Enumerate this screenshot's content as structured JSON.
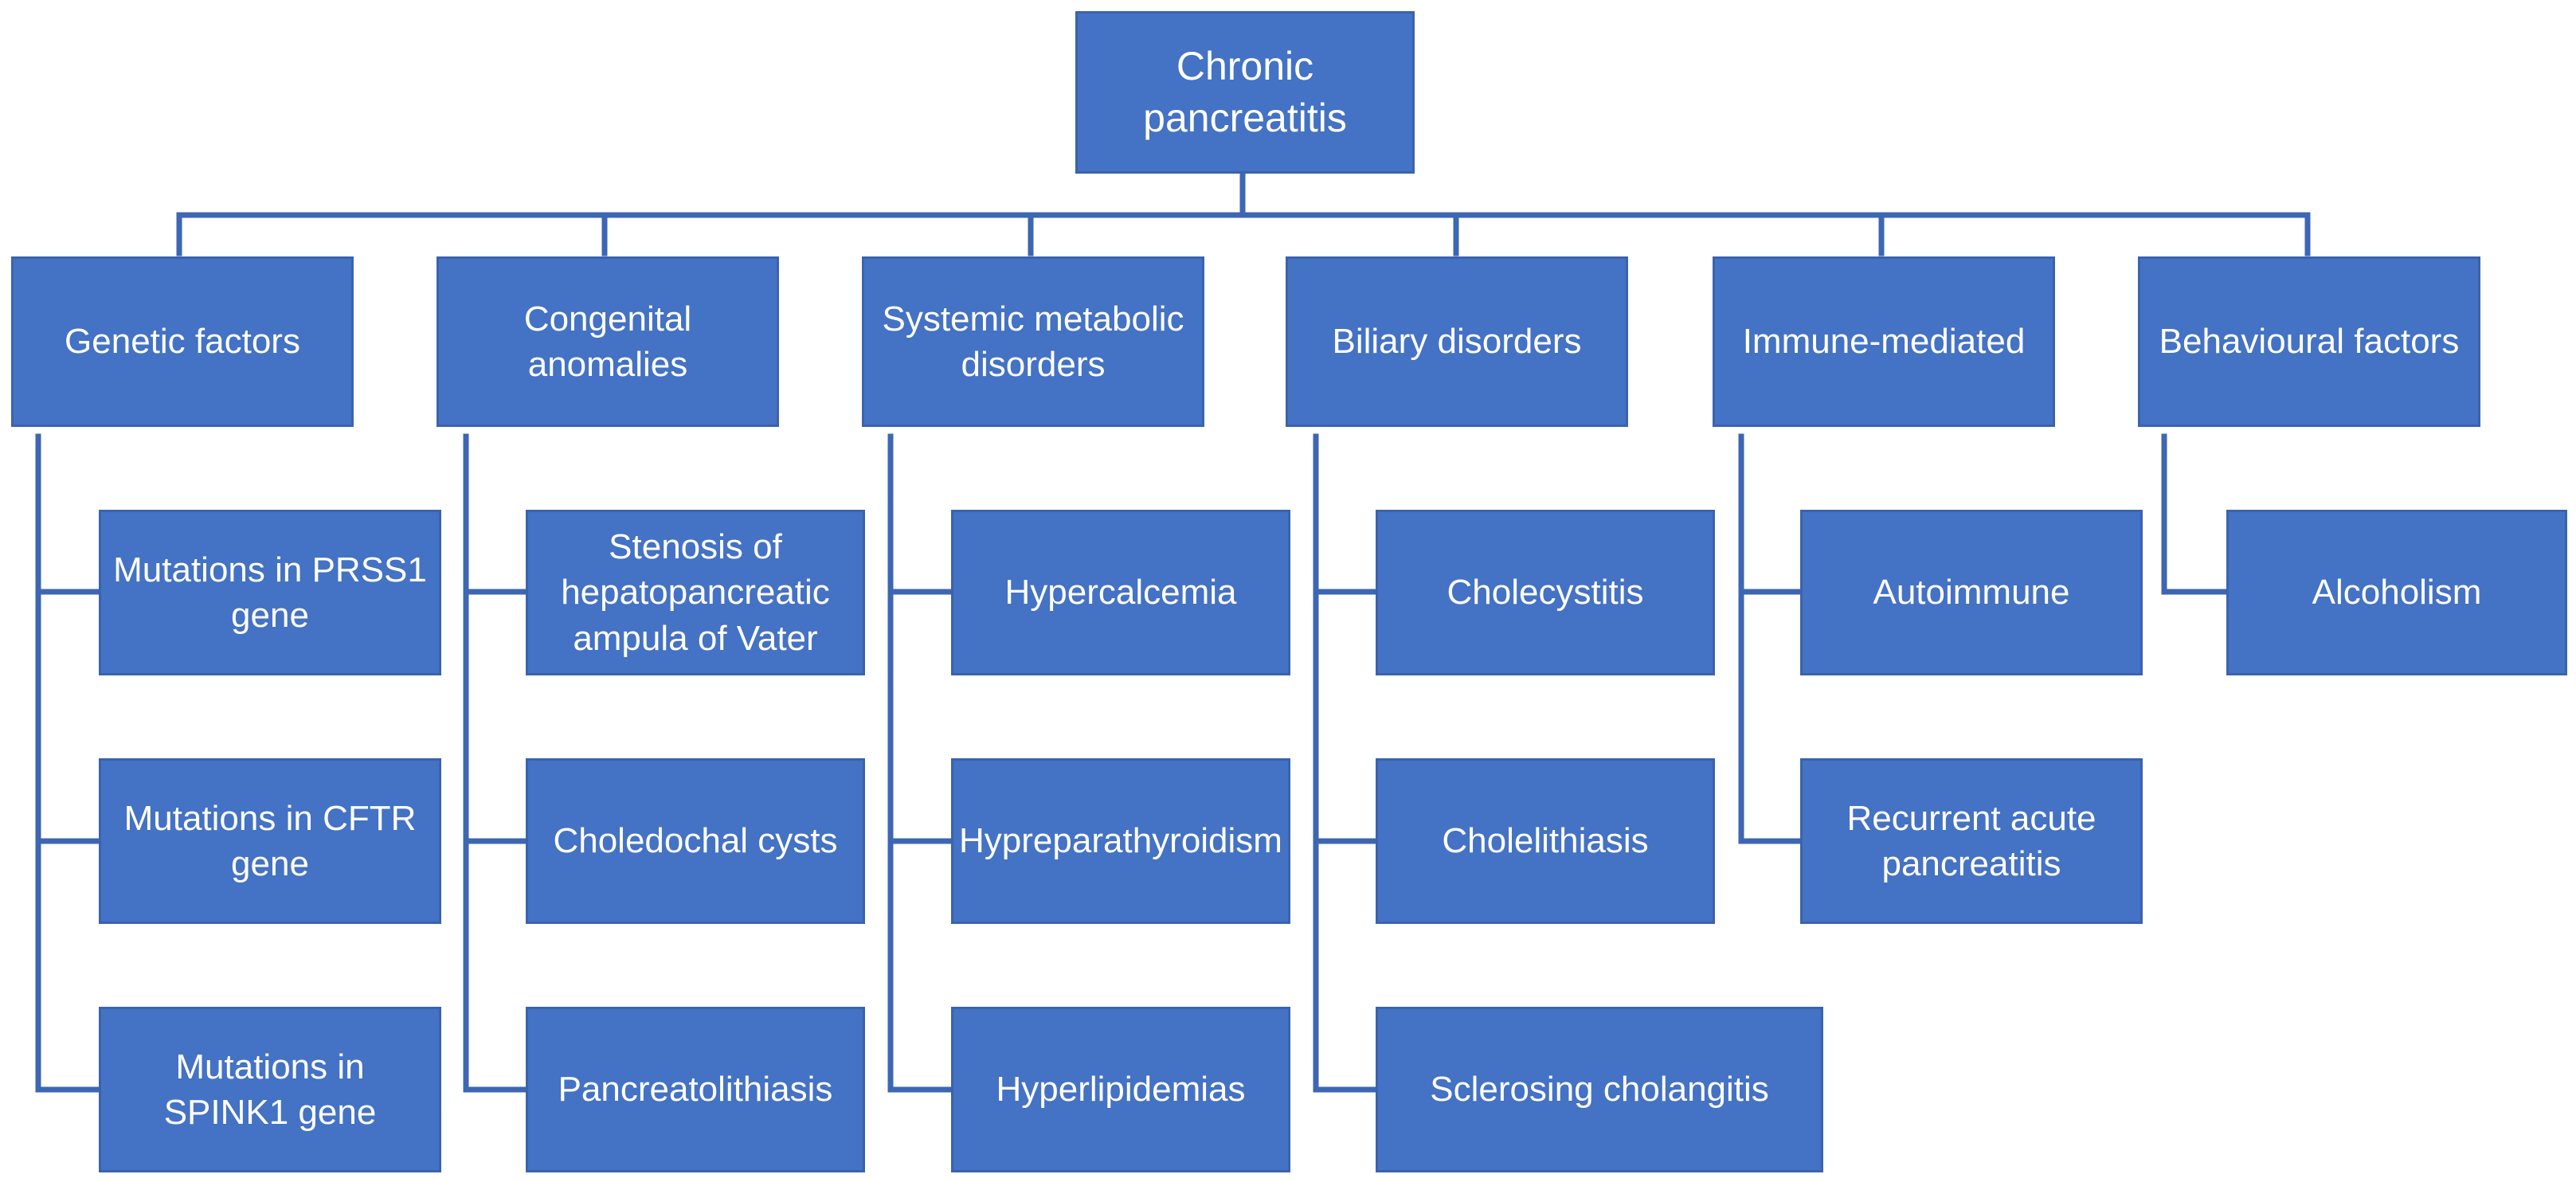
{
  "diagram": {
    "root": "Chronic pancreatitis",
    "categories": [
      {
        "label": "Genetic factors",
        "items": [
          "Mutations in PRSS1 gene",
          "Mutations in CFTR gene",
          "Mutations in SPINK1 gene"
        ]
      },
      {
        "label": "Congenital anomalies",
        "items": [
          "Stenosis of hepatopancreatic ampula of Vater",
          "Choledochal cysts",
          "Pancreatolithiasis"
        ]
      },
      {
        "label": "Systemic metabolic disorders",
        "items": [
          "Hypercalcemia",
          "Hypreparathyroidism",
          "Hyperlipidemias"
        ]
      },
      {
        "label": "Biliary disorders",
        "items": [
          "Cholecystitis",
          "Cholelithiasis",
          "Sclerosing cholangitis"
        ]
      },
      {
        "label": "Immune-mediated",
        "items": [
          "Autoimmune",
          "Recurrent acute pancreatitis"
        ]
      },
      {
        "label": "Behavioural factors",
        "items": [
          "Alcoholism"
        ]
      }
    ],
    "colors": {
      "box": "#4472c4",
      "connector": "#3d66b3",
      "text": "#ffffff"
    }
  }
}
